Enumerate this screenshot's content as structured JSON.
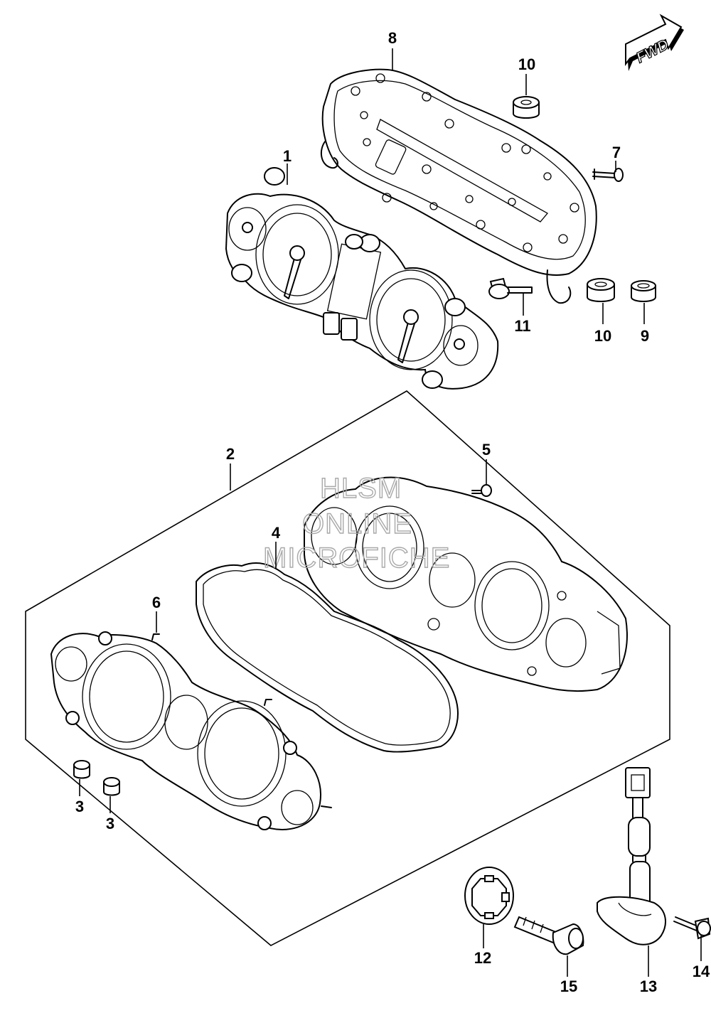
{
  "direction_badge": "FWD",
  "watermark": [
    "HLSM",
    "ONLINE",
    "MICROFICHE"
  ],
  "callouts": {
    "p1": "1",
    "p2": "2",
    "p3a": "3",
    "p3b": "3",
    "p4": "4",
    "p5": "5",
    "p6": "6",
    "p7": "7",
    "p8": "8",
    "p9": "9",
    "p10a": "10",
    "p10b": "10",
    "p11": "11",
    "p12": "12",
    "p13": "13",
    "p14": "14",
    "p15": "15"
  }
}
